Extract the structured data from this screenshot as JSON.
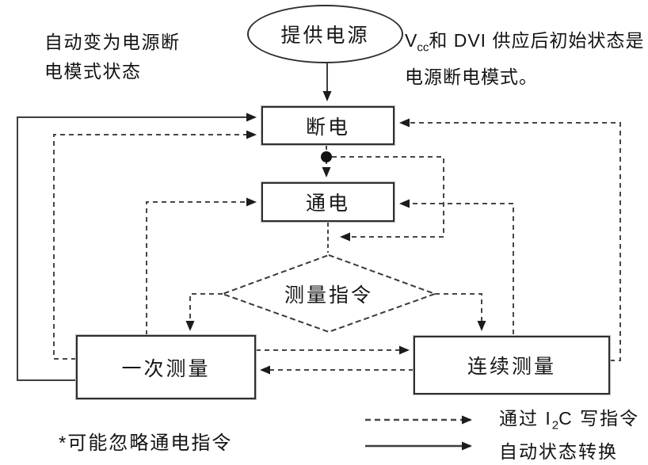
{
  "diagram": {
    "start_node": {
      "label": "提供电源"
    },
    "nodes": {
      "power_off": {
        "label": "断电"
      },
      "power_on": {
        "label": "通电"
      },
      "decision": {
        "label": "测量指令"
      },
      "single_measure": {
        "label": "一次测量"
      },
      "continuous_measure": {
        "label": "连续测量"
      }
    },
    "notes": {
      "top_left": "自动变为电源断\n电模式状态",
      "top_right_v": "V",
      "top_right_sub": "cc",
      "top_right_rest": "和 DVI 供应后初始状态是电源断电模式。",
      "bottom_left": "*可能忽略通电指令"
    },
    "legend": {
      "dashed_label_pre": "通过 I",
      "dashed_label_sub": "2",
      "dashed_label_post": "C 写指令",
      "solid_label": "自动状态转换"
    },
    "colors": {
      "line": "#3d3d3d",
      "arrowhead": "#1c1c1c",
      "node_border": "#2e2e2e",
      "background": "#ffffff",
      "text": "#141414"
    },
    "edges": [
      {
        "from": "提供电源",
        "to": "断电",
        "style": "solid"
      },
      {
        "from": "一次测量",
        "to": "断电",
        "style": "solid"
      },
      {
        "from": "一次测量",
        "to": "断电",
        "style": "dashed"
      },
      {
        "from": "连续测量",
        "to": "断电",
        "style": "dashed"
      },
      {
        "from": "断电",
        "to": "通电",
        "style": "dashed"
      },
      {
        "from": "断电",
        "to": "测量指令",
        "style": "dashed-bypass"
      },
      {
        "from": "通电",
        "to": "测量指令",
        "style": "dashed"
      },
      {
        "from": "一次测量",
        "to": "通电",
        "style": "dashed"
      },
      {
        "from": "连续测量",
        "to": "通电",
        "style": "dashed"
      },
      {
        "from": "测量指令",
        "to": "一次测量",
        "style": "dashed"
      },
      {
        "from": "测量指令",
        "to": "连续测量",
        "style": "dashed"
      },
      {
        "from": "一次测量",
        "to": "连续测量",
        "style": "dashed"
      },
      {
        "from": "连续测量",
        "to": "一次测量",
        "style": "dashed"
      }
    ]
  }
}
